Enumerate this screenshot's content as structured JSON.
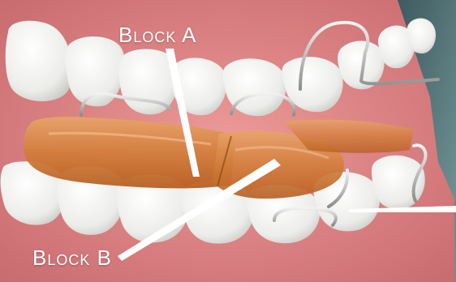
{
  "labels": {
    "block_a": "Block A",
    "block_b": "Block B"
  },
  "colors": {
    "background": "#4f6e72",
    "gum": "#e38a8a",
    "gum_shadow": "#c46a6e",
    "tooth": "#f1f1ee",
    "tooth_shadow": "#c9c9c6",
    "acrylic_block": "#d07a35",
    "wire": "#b8b8b8",
    "label_text": "#ffffff"
  },
  "icons": [
    "pointer-line-a",
    "pointer-line-b",
    "pointer-line-right"
  ]
}
